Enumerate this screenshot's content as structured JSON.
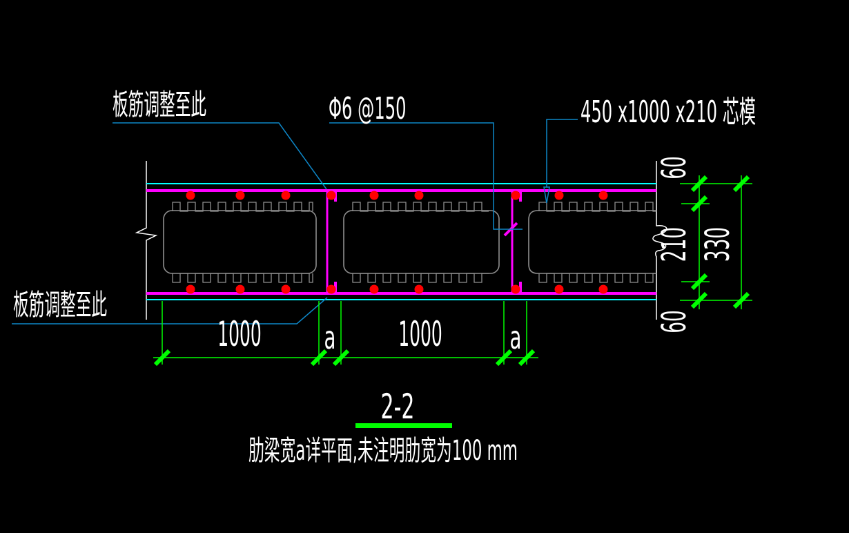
{
  "drawing": {
    "section_title": "2-2",
    "note": "肋梁宽a详平面,未注明肋宽为100 mm"
  },
  "callouts": {
    "slab_rebar_top": "板筋调整至此",
    "slab_rebar_bottom": "板筋调整至此",
    "stirrup_spec": "Φ6 @150",
    "core_mold_spec": "450 x1000 x210 芯模"
  },
  "dimensions": {
    "span_1": "1000",
    "rib_1": "a",
    "span_2": "1000",
    "rib_2": "a",
    "top_flange": "60",
    "core_height": "210",
    "total_depth": "330",
    "bottom_flange": "60"
  },
  "colors": {
    "background": "#000000",
    "text": "#ffffff",
    "slab_outline": "#00ffff",
    "rebar": "#ff00ff",
    "rebar_section_dots": "#ff0000",
    "dimension": "#00ff00",
    "leader": "#0e87c8",
    "core_mold_outline": "#8f8f8f"
  }
}
